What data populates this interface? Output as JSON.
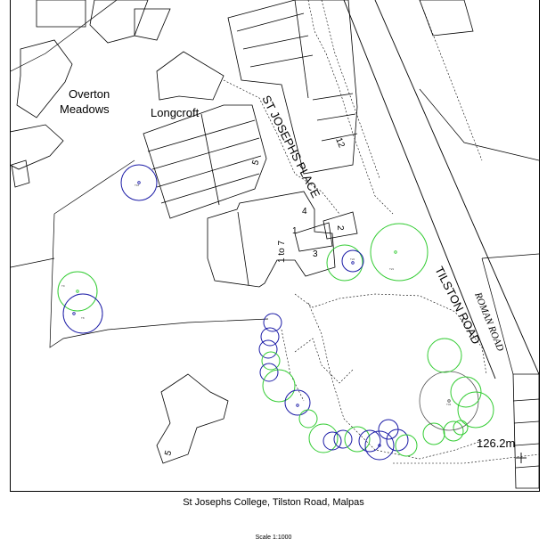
{
  "caption": "St Josephs College, Tilston Road, Malpas",
  "scale_text": "Scale 1:1000",
  "labels": {
    "overton_1": "Overton",
    "overton_2": "Meadows",
    "longcroft": "Longcroft",
    "st_josephs_place": "ST JOSEPHS PLACE",
    "tilston_road": "TILSTON ROAD",
    "roman_road": "ROMAN ROAD",
    "spot_height": "126.2m",
    "num_12": "12",
    "num_5_upper": "5",
    "num_4": "4",
    "num_1": "1",
    "num_1to7": "1 to 7",
    "num_3": "3",
    "num_2": "2",
    "num_5_lower": "5"
  },
  "colors": {
    "tree_green": "#33cc33",
    "tree_blue": "#1a1aa6",
    "tree_grey": "#555555",
    "linework": "#000000"
  }
}
